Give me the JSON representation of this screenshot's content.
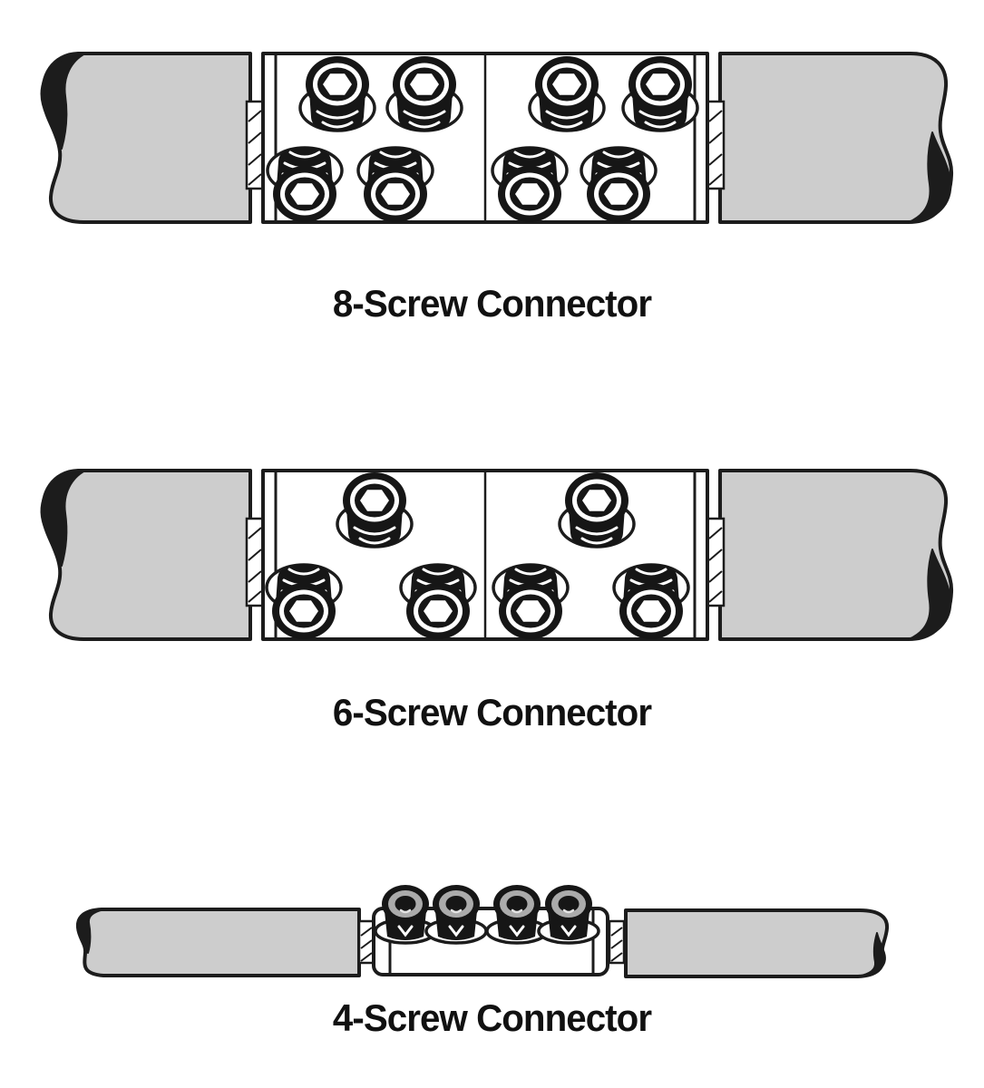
{
  "page": {
    "background": "#ffffff"
  },
  "figures": [
    {
      "id": "8-screw",
      "label": "8-Screw Connector",
      "screw_count": 8,
      "halves": 2,
      "screws_per_half": 4
    },
    {
      "id": "6-screw",
      "label": "6-Screw Connector",
      "screw_count": 6,
      "halves": 2,
      "screws_per_half": 3
    },
    {
      "id": "4-screw",
      "label": "4-Screw Connector",
      "screw_count": 4,
      "halves": 1,
      "screws_per_half": 4
    }
  ],
  "colors": {
    "background": "#ffffff",
    "cable_fill": "#cdcdcd",
    "outline": "#1c1c1c",
    "connector_fill": "#ffffff",
    "screw_dark": "#161616",
    "screw_ring_gray": "#ababab",
    "label_color": "#111111"
  }
}
